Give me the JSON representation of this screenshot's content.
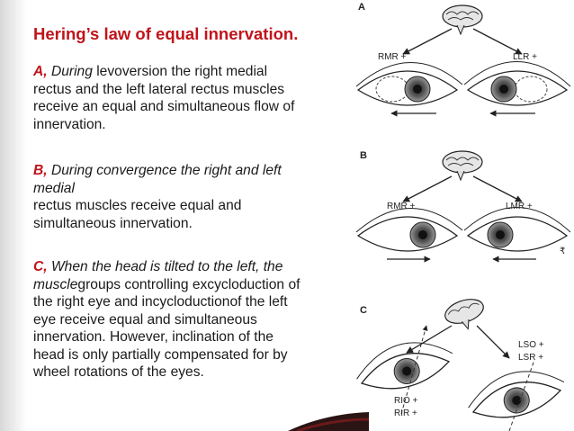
{
  "title": "Hering’s law of equal innervation.",
  "paragraph_a": {
    "lead": "A,",
    "lead_italic": "During",
    "lines": [
      "levoversion the right medial",
      "rectus and the left lateral rectus muscles",
      "receive an equal and simultaneous flow of",
      "innervation."
    ]
  },
  "paragraph_b": {
    "lead": "B,",
    "lines_italic": [
      "During convergence the right and left",
      "medial"
    ],
    "lines": [
      "rectus muscles receive equal and",
      "simultaneous innervation."
    ]
  },
  "paragraph_c": {
    "lead": "C,",
    "line1": "When the head is tilted to the left, the",
    "line2_italic": "muscle",
    "line2_rest": "groups controlling excycloduction of",
    "lines": [
      "the right eye and incycloductionof the left",
      "eye receive equal and simultaneous",
      "innervation. However, inclination of the",
      "head is only partially compensated for by",
      "wheel rotations of the eyes."
    ]
  },
  "figure": {
    "panel_a": {
      "letter": "A",
      "left_label": "RMR +",
      "right_label": "LLR +"
    },
    "panel_b": {
      "letter": "B",
      "left_label": "RMR +",
      "right_label": "LMR +",
      "corner_mark": "₹"
    },
    "panel_c": {
      "letter": "C",
      "right_upper": "LSO +",
      "right_lower": "LSR +",
      "left_upper": "RIO +",
      "left_lower": "RIR +"
    }
  },
  "colors": {
    "accent": "#c0141b",
    "text": "#1a1a1a"
  }
}
